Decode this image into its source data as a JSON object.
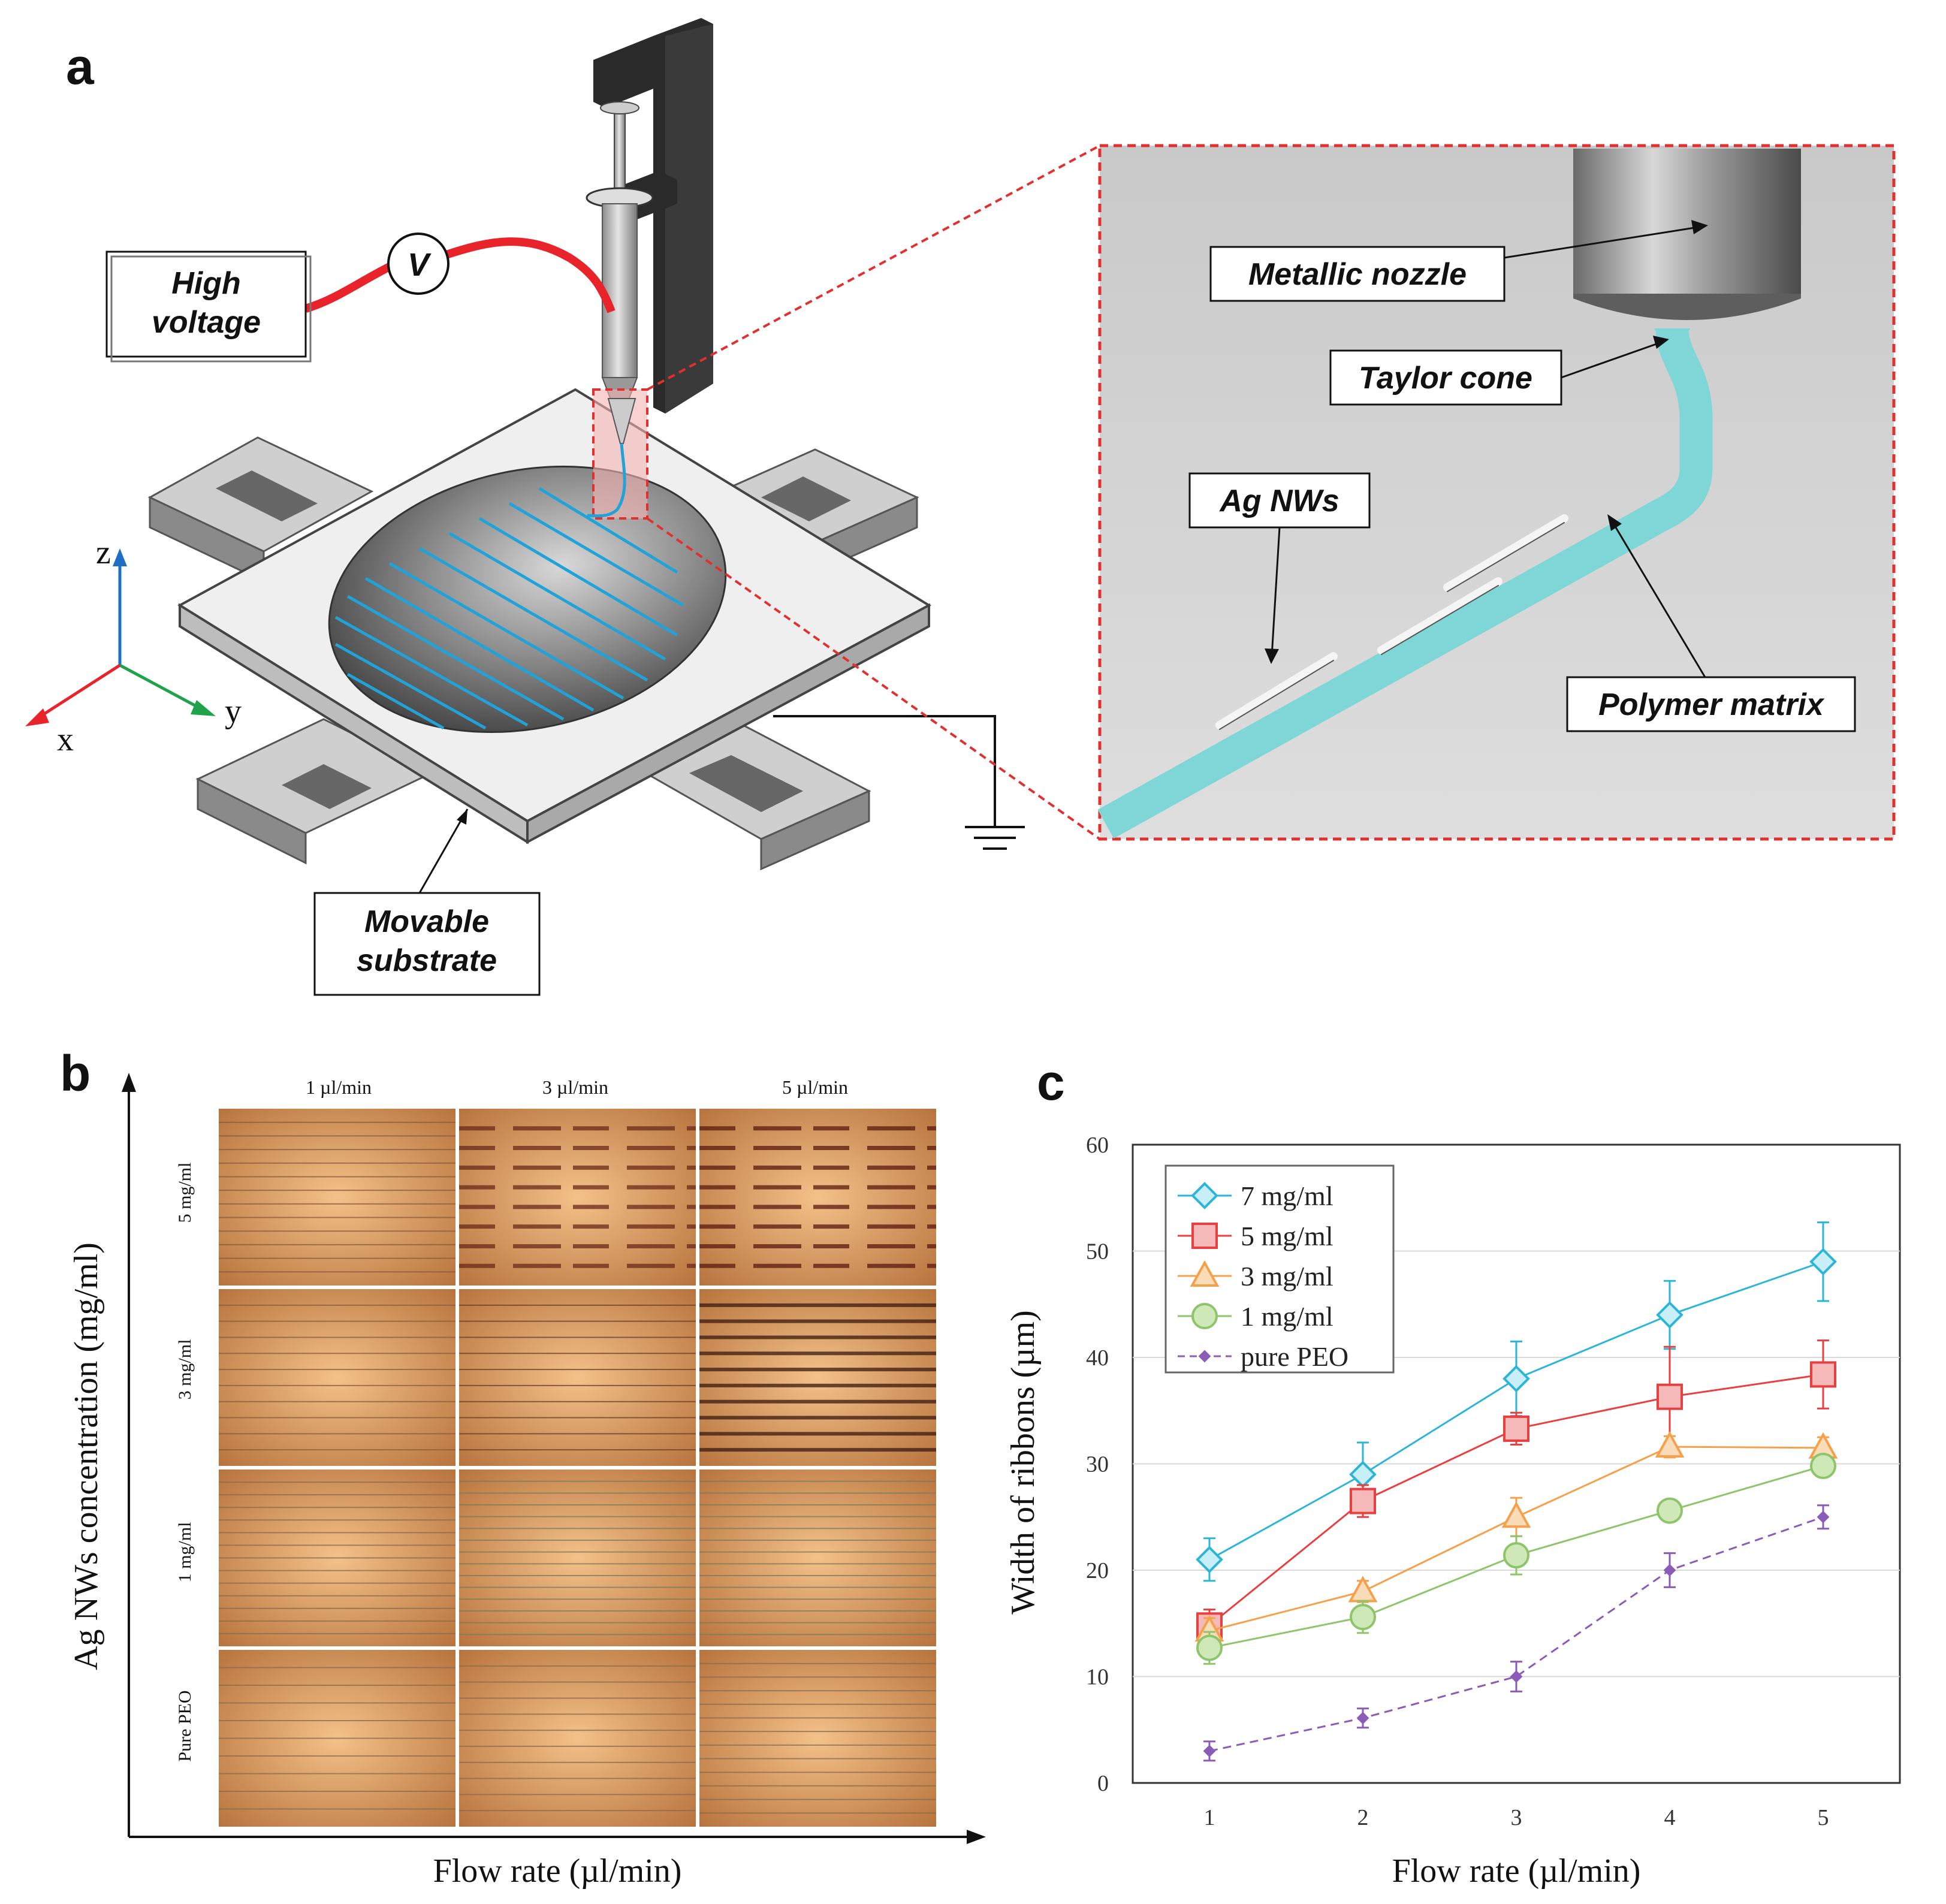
{
  "panels": {
    "a": {
      "letter": "a",
      "labels": {
        "high_voltage_line1": "High",
        "high_voltage_line2": "voltage",
        "voltmeter": "V",
        "movable_substrate_line1": "Movable",
        "movable_substrate_line2": "substrate",
        "metallic_nozzle": "Metallic nozzle",
        "taylor_cone": "Taylor cone",
        "ag_nws": "Ag NWs",
        "polymer_matrix": "Polymer matrix"
      },
      "axes": {
        "z": "z",
        "y": "y",
        "x": "x"
      },
      "colors": {
        "wire": "#e8232a",
        "fiber": "#1fa3d8",
        "zoom_frame": "#e03030",
        "matrix": "#7fd6d6"
      }
    },
    "b": {
      "letter": "b",
      "columns": [
        "1 µl/min",
        "3 µl/min",
        "5 µl/min"
      ],
      "rows": [
        "5 mg/ml",
        "3 mg/ml",
        "1 mg/ml",
        "Pure PEO"
      ],
      "ylabel": "Ag NWs concentration (mg/ml)",
      "xlabel": "Flow rate (µl/min)"
    },
    "c": {
      "letter": "c"
    }
  },
  "chart_data": {
    "type": "line",
    "xlabel": "Flow rate (µl/min)",
    "ylabel": "Width of ribbons (µm)",
    "x": [
      1,
      2,
      3,
      4,
      5
    ],
    "xlim": [
      0.5,
      5.5
    ],
    "ylim": [
      0,
      60
    ],
    "yticks": [
      0,
      10,
      20,
      30,
      40,
      50,
      60
    ],
    "grid": true,
    "legend_position": "top-left",
    "series": [
      {
        "name": "7 mg/ml",
        "marker": "diamond",
        "color": "#2bb5d6",
        "dashed": false,
        "values": [
          21,
          29,
          38,
          44,
          49
        ],
        "errors": [
          2,
          3,
          3.5,
          3.2,
          3.7
        ]
      },
      {
        "name": "5 mg/ml",
        "marker": "square",
        "color": "#e84040",
        "dashed": false,
        "values": [
          14.8,
          26.5,
          33.3,
          36.3,
          38.4
        ],
        "errors": [
          1.5,
          1.5,
          1.5,
          4.7,
          3.2
        ]
      },
      {
        "name": "3 mg/ml",
        "marker": "triangle",
        "color": "#f5a04a",
        "dashed": false,
        "values": [
          14.3,
          18,
          25,
          31.6,
          31.5
        ],
        "errors": [
          1.2,
          1,
          1.8,
          1,
          1
        ]
      },
      {
        "name": "1 mg/ml",
        "marker": "circle",
        "color": "#8ec46a",
        "dashed": false,
        "values": [
          12.7,
          15.6,
          21.4,
          25.6,
          29.8
        ],
        "errors": [
          1.5,
          1.5,
          1.8,
          1,
          1
        ]
      },
      {
        "name": "pure PEO",
        "marker": "small-diamond",
        "color": "#8a5cb8",
        "dashed": true,
        "values": [
          3,
          6.1,
          10,
          20,
          25
        ],
        "errors": [
          0.9,
          0.9,
          1.4,
          1.6,
          1.1
        ]
      }
    ]
  }
}
